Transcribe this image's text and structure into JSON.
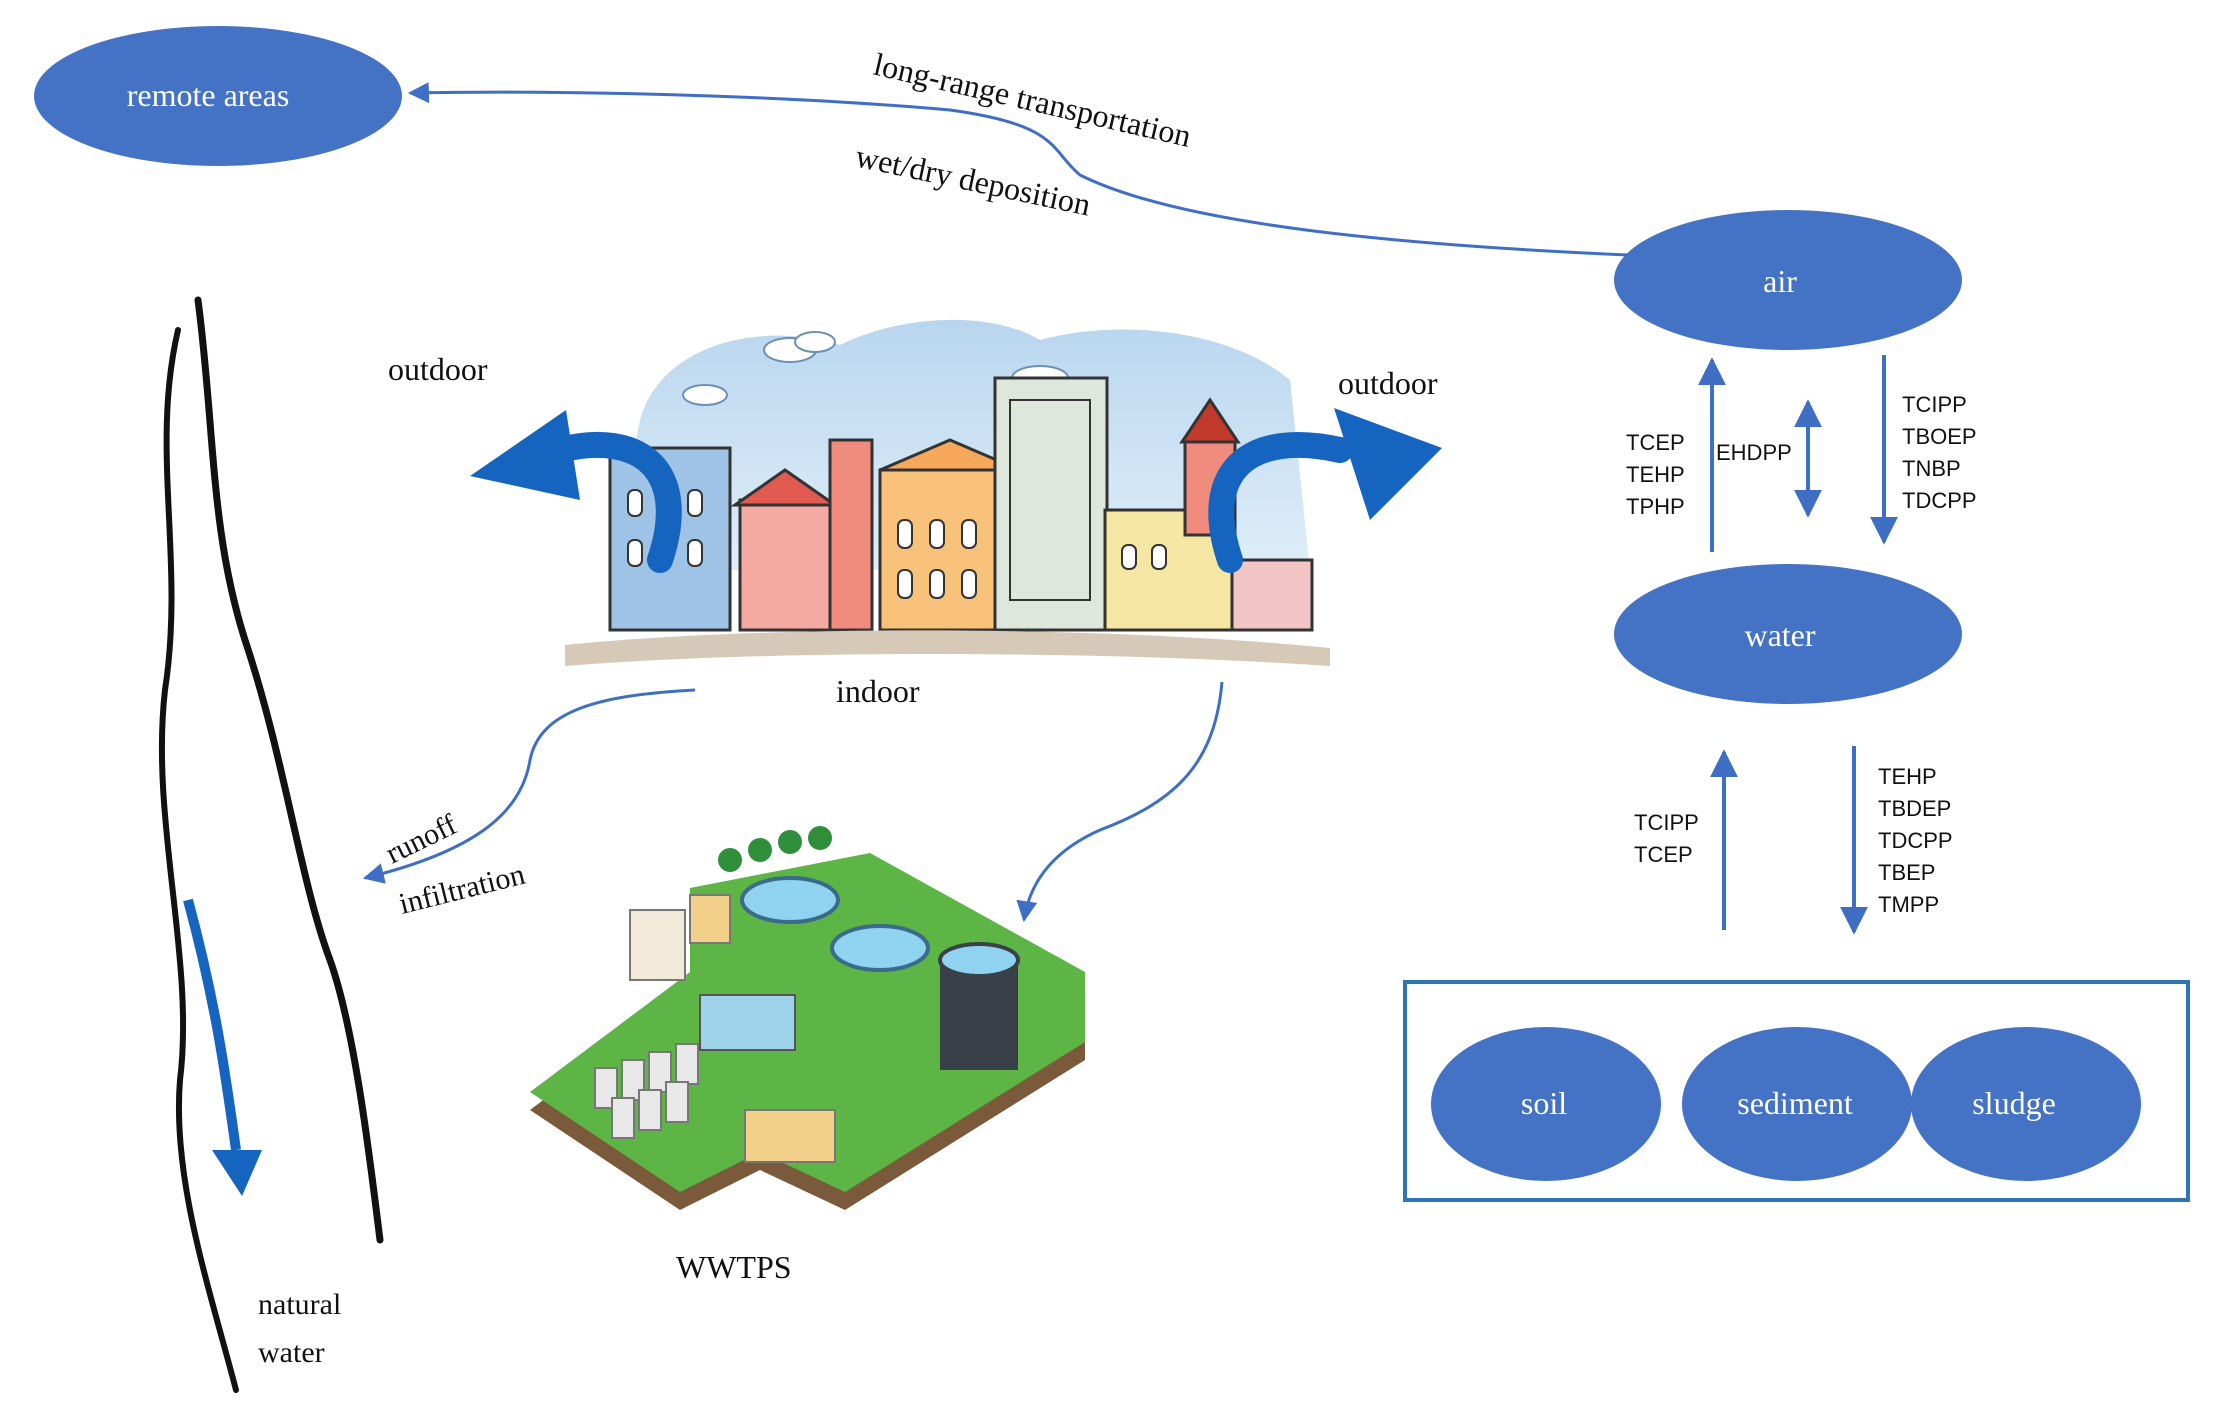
{
  "nodes": {
    "remote_areas": "remote  areas",
    "air": "air",
    "water": "water",
    "soil": "soil",
    "sediment": "sediment",
    "sludge": "sludge"
  },
  "labels": {
    "long_range": "long-range  transportation",
    "wet_dry": "wet/dry  deposition",
    "outdoor_left": "outdoor",
    "outdoor_right": "outdoor",
    "indoor": "indoor",
    "runoff": "runoff",
    "infiltration": "infiltration",
    "wwtps": "WWTPS",
    "natural": "natural",
    "water_label": "water"
  },
  "air_water": {
    "up": [
      "TCEP",
      "TEHP",
      "TPHP"
    ],
    "both": [
      "EHDPP"
    ],
    "down": [
      "TCIPP",
      "TBOEP",
      "TNBP",
      "TDCPP"
    ]
  },
  "water_soil": {
    "up": [
      "TCIPP",
      "TCEP"
    ],
    "down": [
      "TEHP",
      "TBDEP",
      "TDCPP",
      "TBEP",
      "TMPP"
    ]
  },
  "colors": {
    "node": "#4472c4",
    "arrow": "#3f6fc4",
    "bigArrow": "#1565c0",
    "box": "#2e75b6",
    "grass": "#5cb545"
  }
}
